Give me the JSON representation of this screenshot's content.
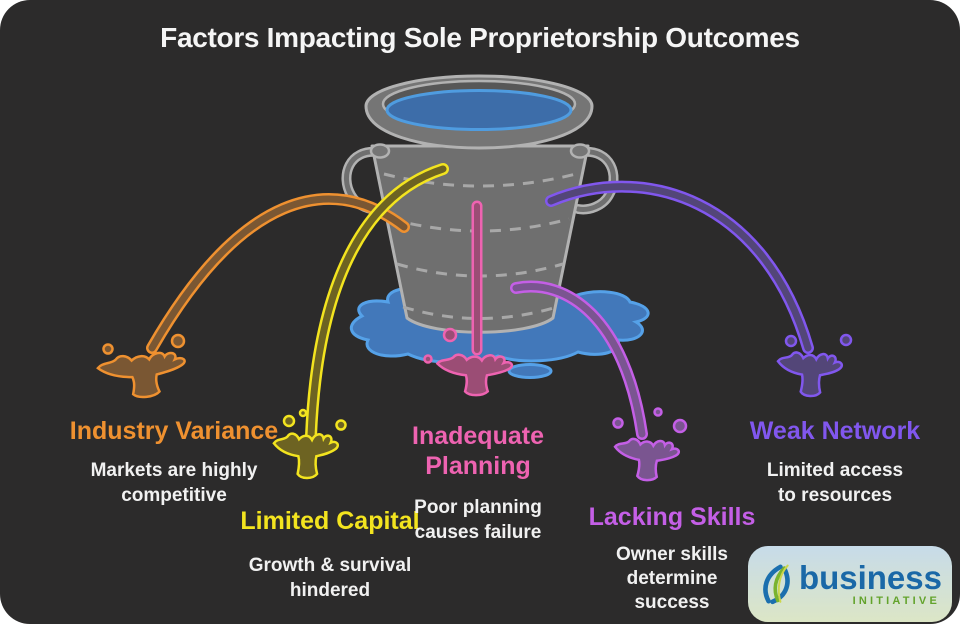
{
  "title": "Factors Impacting Sole Proprietorship Outcomes",
  "factors": [
    {
      "id": "industry-variance",
      "label": "Industry Variance",
      "description": "Markets are highly\ncompetitive",
      "color": "#ef9130"
    },
    {
      "id": "limited-capital",
      "label": "Limited Capital",
      "description": "Growth & survival\nhindered",
      "color": "#f3e41f"
    },
    {
      "id": "inadequate-planning",
      "label": "Inadequate Planning",
      "description": "Poor planning\ncauses failure",
      "color": "#ee63b1"
    },
    {
      "id": "lacking-skills",
      "label": "Lacking Skills",
      "description": "Owner skills\ndetermine\nsuccess",
      "color": "#c45fe6"
    },
    {
      "id": "weak-network",
      "label": "Weak Network",
      "description": "Limited access\nto resources",
      "color": "#8157ee"
    }
  ],
  "illustration": {
    "bucket_icon": "bucket-of-water",
    "background_color": "#2c2b2b",
    "bucket_color": "#6f6f6f",
    "bucket_outline_color": "#b2b2b2",
    "water_color": "#3d6da9",
    "water_outline_color": "#4f9ce0",
    "puddle_color": "#4278ba",
    "puddle_outline_color": "#55a1e8",
    "stream_icons": [
      "industry-variance-splash",
      "limited-capital-splash",
      "inadequate-planning-splash",
      "lacking-skills-splash",
      "weak-network-splash"
    ]
  },
  "logo": {
    "brand": "business",
    "tagline": "INITIATIVE",
    "brand_color": "#1a68a7",
    "tagline_color": "#63a32c",
    "icon": "leaf-swirl-icon"
  }
}
